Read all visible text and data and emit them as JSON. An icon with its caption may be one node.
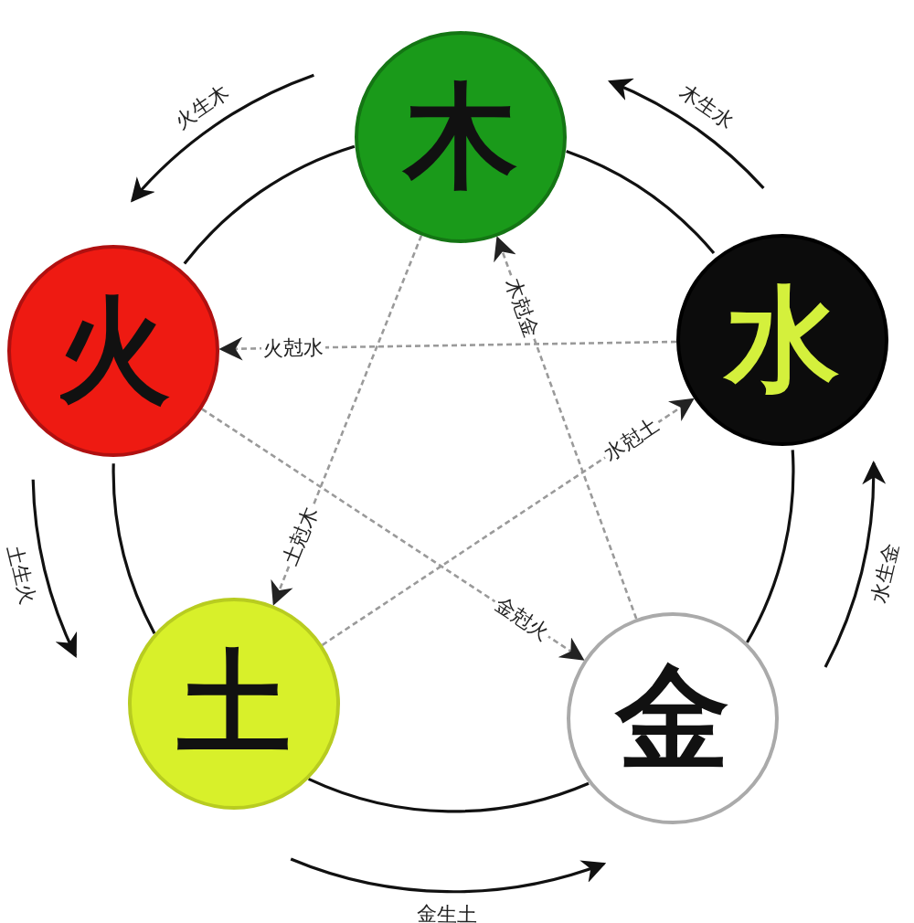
{
  "diagram": {
    "nodes": [
      {
        "text": [
          "木"
        ]
      },
      {
        "text": [
          "火"
        ]
      },
      {
        "text": [
          "水"
        ]
      },
      {
        "text": [
          "土"
        ]
      },
      {
        "text": [
          "金"
        ]
      }
    ],
    "edges": [
      {
        "from": 0,
        "to": 2,
        "arrow": "none"
      },
      {
        "from": 2,
        "to": 4,
        "arrow": "none"
      },
      {
        "from": 4,
        "to": 3,
        "arrow": "none"
      },
      {
        "from": 3,
        "to": 1,
        "arrow": "none"
      },
      {
        "from": 1,
        "to": 0,
        "arrow": "none"
      },
      {
        "from": 0,
        "to": 1,
        "arrow": "to",
        "label": "火生木"
      },
      {
        "from": 2,
        "to": 0,
        "arrow": "to",
        "label": "木生水"
      },
      {
        "from": 4,
        "to": 2,
        "arrow": "to",
        "label": "水生金"
      },
      {
        "from": 3,
        "to": 4,
        "arrow": "to",
        "label": "金生土"
      },
      {
        "from": 1,
        "to": 3,
        "arrow": "to",
        "label": "土生火"
      },
      {
        "from": 2,
        "to": 1,
        "arrow": "to",
        "label": "火尅水",
        "style": "dashed",
        "color": "#9a9a9a"
      },
      {
        "from": 4,
        "to": 0,
        "arrow": "to",
        "label": "木尅金",
        "style": "dashed",
        "color": "#9a9a9a"
      },
      {
        "from": 0,
        "to": 3,
        "arrow": "to",
        "label": "土尅木",
        "style": "dashed",
        "color": "#9a9a9a"
      },
      {
        "from": 3,
        "to": 2,
        "arrow": "to",
        "label": "水尅土",
        "style": "dashed",
        "color": "#9a9a9a"
      },
      {
        "from": 1,
        "to": 4,
        "arrow": "to",
        "label": "金尅火",
        "style": "dashed",
        "color": "#9a9a9a"
      }
    ]
  }
}
